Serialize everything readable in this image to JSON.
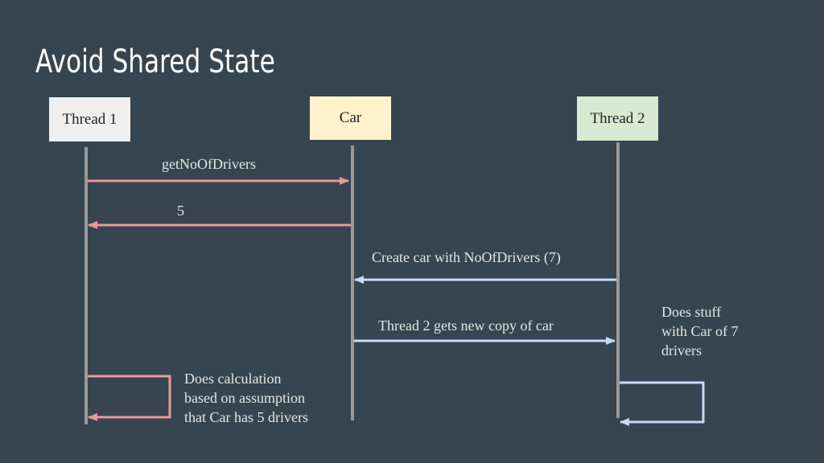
{
  "slide": {
    "title": "Avoid Shared State"
  },
  "actors": {
    "thread1": "Thread 1",
    "car": "Car",
    "thread2": "Thread 2"
  },
  "messages": {
    "get_no_of_drivers": "getNoOfDrivers",
    "return_value": "5",
    "create_car": "Create car with NoOfDrivers (7)",
    "gets_new_copy": "Thread 2 gets new copy of car",
    "thread2_note": "Does stuff\nwith Car of 7\ndrivers",
    "thread1_note": "Does calculation\nbased on assumption\nthat Car has 5 drivers"
  },
  "colors": {
    "background": "#36454f",
    "lifeline": "#999999",
    "thread1_arrow": "#ea9999",
    "thread2_arrow": "#c9daf8",
    "thread1_box": "#efefef",
    "car_box": "#fff2cc",
    "thread2_box": "#d9ead3"
  }
}
